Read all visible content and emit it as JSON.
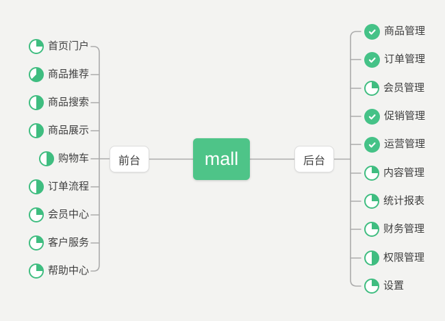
{
  "colors": {
    "background": "#f3f3f1",
    "root_green": "#4ec488",
    "pie_green": "#3fbd80",
    "check_green": "#45c287",
    "line_gray": "#ababab",
    "text": "#3e3e3e"
  },
  "root": {
    "label": "mall"
  },
  "left_branch": {
    "label": "前台",
    "items": [
      {
        "label": "首页门户",
        "progress": 25
      },
      {
        "label": "商品推荐",
        "progress": 62.5
      },
      {
        "label": "商品搜索",
        "progress": 50
      },
      {
        "label": "商品展示",
        "progress": 50
      },
      {
        "label": "购物车",
        "progress": 50
      },
      {
        "label": "订单流程",
        "progress": 50
      },
      {
        "label": "会员中心",
        "progress": 25
      },
      {
        "label": "客户服务",
        "progress": 25
      },
      {
        "label": "帮助中心",
        "progress": 25
      }
    ]
  },
  "right_branch": {
    "label": "后台",
    "items": [
      {
        "label": "商品管理",
        "progress": 100
      },
      {
        "label": "订单管理",
        "progress": 100
      },
      {
        "label": "会员管理",
        "progress": 25
      },
      {
        "label": "促销管理",
        "progress": 100
      },
      {
        "label": "运营管理",
        "progress": 100
      },
      {
        "label": "内容管理",
        "progress": 25
      },
      {
        "label": "统计报表",
        "progress": 25
      },
      {
        "label": "财务管理",
        "progress": 25
      },
      {
        "label": "权限管理",
        "progress": 50
      },
      {
        "label": "设置",
        "progress": 25
      }
    ]
  }
}
